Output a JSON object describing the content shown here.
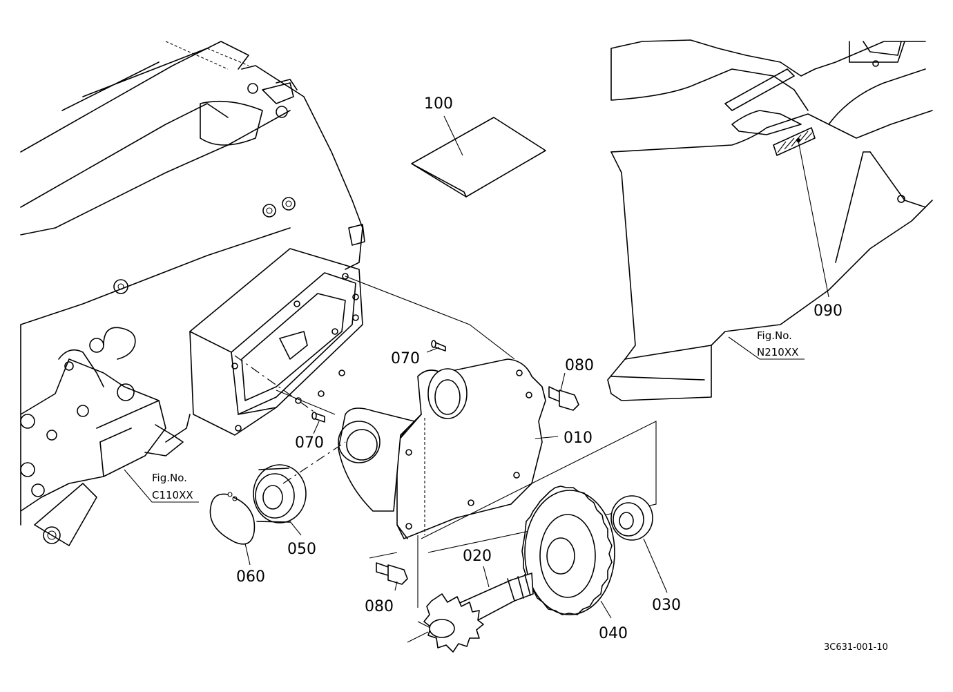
{
  "diagram": {
    "parts": [
      {
        "id": "p010",
        "number": "010"
      },
      {
        "id": "p020",
        "number": "020"
      },
      {
        "id": "p030",
        "number": "030"
      },
      {
        "id": "p040",
        "number": "040"
      },
      {
        "id": "p050",
        "number": "050"
      },
      {
        "id": "p060",
        "number": "060"
      },
      {
        "id": "p070a",
        "number": "070"
      },
      {
        "id": "p070b",
        "number": "070"
      },
      {
        "id": "p080a",
        "number": "080"
      },
      {
        "id": "p080b",
        "number": "080"
      },
      {
        "id": "p090",
        "number": "090"
      },
      {
        "id": "p100",
        "number": "100"
      }
    ],
    "references": [
      {
        "id": "ref-c",
        "line1": "Fig.No.",
        "line2": "C110XX"
      },
      {
        "id": "ref-n",
        "line1": "Fig.No.",
        "line2": "N210XX"
      }
    ],
    "drawing_number": "3C631-001-10"
  }
}
